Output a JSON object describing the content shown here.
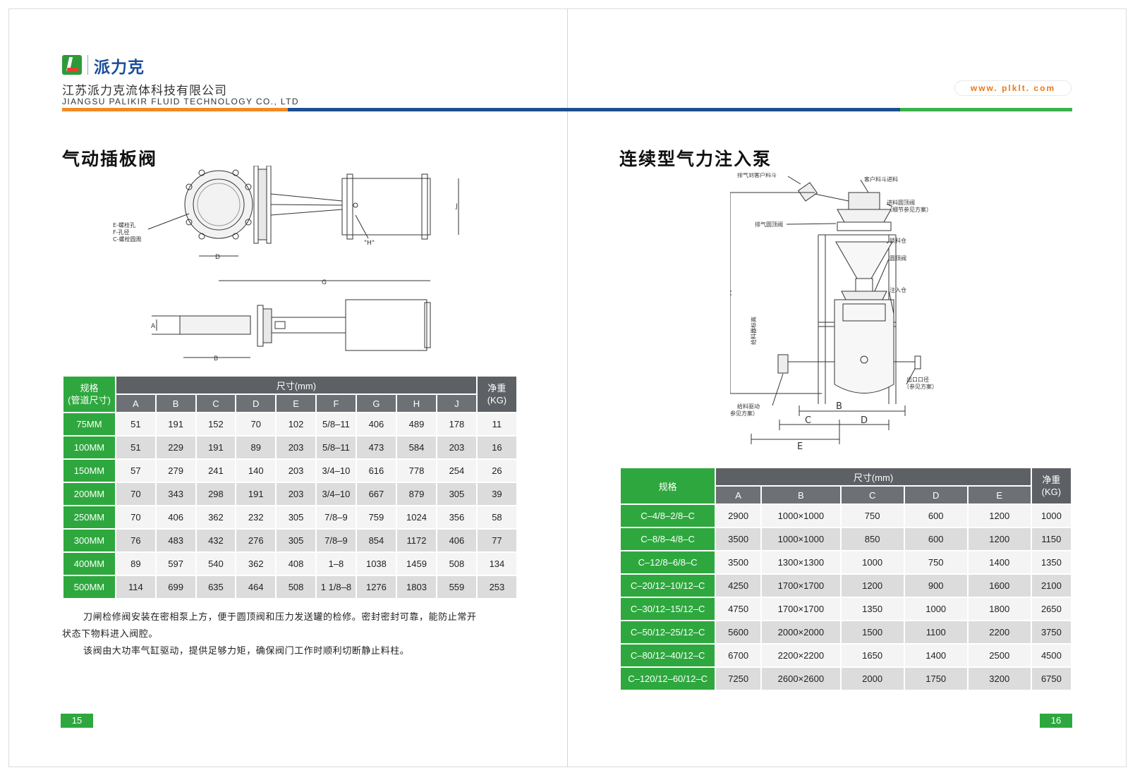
{
  "header": {
    "brand": "派力克",
    "company_cn": "江苏派力克流体科技有限公司",
    "company_en": "JIANGSU PALIKIR FLUID TECHNOLOGY CO., LTD",
    "url": "www. plklt. com",
    "colors": {
      "orange": "#f08a24",
      "blue": "#1c4f8f",
      "green": "#3ab24a"
    }
  },
  "left": {
    "title": "气动插板阀",
    "diagram": {
      "note_lines": [
        "E-螺栓孔",
        "F-孔径",
        "C-螺栓圆周"
      ],
      "dim_d": "D",
      "dim_h": "\"H\"",
      "dim_j": "J",
      "dim_g": "G",
      "dim_a": "A",
      "dim_b": "B"
    },
    "table": {
      "lead_header": "规格\n(管道尺寸)",
      "group_header": "尺寸(mm)",
      "weight_header": "净重\n(KG)",
      "columns": [
        "A",
        "B",
        "C",
        "D",
        "E",
        "F",
        "G",
        "H",
        "J"
      ],
      "rows": [
        {
          "spec": "75MM",
          "vals": [
            "51",
            "191",
            "152",
            "70",
            "102",
            "5/8–11",
            "406",
            "489",
            "178"
          ],
          "weight": "11"
        },
        {
          "spec": "100MM",
          "vals": [
            "51",
            "229",
            "191",
            "89",
            "203",
            "5/8–11",
            "473",
            "584",
            "203"
          ],
          "weight": "16"
        },
        {
          "spec": "150MM",
          "vals": [
            "57",
            "279",
            "241",
            "140",
            "203",
            "3/4–10",
            "616",
            "778",
            "254"
          ],
          "weight": "26"
        },
        {
          "spec": "200MM",
          "vals": [
            "70",
            "343",
            "298",
            "191",
            "203",
            "3/4–10",
            "667",
            "879",
            "305"
          ],
          "weight": "39"
        },
        {
          "spec": "250MM",
          "vals": [
            "70",
            "406",
            "362",
            "232",
            "305",
            "7/8–9",
            "759",
            "1024",
            "356"
          ],
          "weight": "58"
        },
        {
          "spec": "300MM",
          "vals": [
            "76",
            "483",
            "432",
            "276",
            "305",
            "7/8–9",
            "854",
            "1172",
            "406"
          ],
          "weight": "77"
        },
        {
          "spec": "400MM",
          "vals": [
            "89",
            "597",
            "540",
            "362",
            "408",
            "1–8",
            "1038",
            "1459",
            "508"
          ],
          "weight": "134"
        },
        {
          "spec": "500MM",
          "vals": [
            "114",
            "699",
            "635",
            "464",
            "508",
            "1 1/8–8",
            "1276",
            "1803",
            "559"
          ],
          "weight": "253"
        }
      ]
    },
    "paragraphs": [
      "刀闸检修阀安装在密相泵上方，便于圆顶阀和压力发送罐的检修。密封密封可靠，能防止常开",
      "状态下物料进入阀腔。",
      "该阀由大功率气缸驱动，提供足够力矩，确保阀门工作时顺利切断静止料柱。"
    ],
    "page": "15"
  },
  "right": {
    "title": "连续型气力注入泵",
    "diagram": {
      "label_vent_hopper": "排气到客户料斗",
      "label_customer_feed": "客户料斗进料",
      "label_inlet_dome": "进料圆顶阀",
      "label_inlet_dome_note": "（细节参见方案）",
      "label_vent_dome": "排气圆顶阀",
      "label_lock_bin": "锁料仓",
      "label_dome_valve": "圆顶阀",
      "label_inject_bin": "注入仓",
      "label_outlet": "出口口径",
      "label_outlet_note": "（参见方案）",
      "label_feed_drive": "给料驱动",
      "label_feed_drive_note": "（尺寸参见方案）",
      "label_vertical": "给料器标高",
      "dim_a": "A",
      "dim_b": "B",
      "dim_c": "C",
      "dim_d": "D",
      "dim_e": "E"
    },
    "table": {
      "lead_header": "规格",
      "group_header": "尺寸(mm)",
      "weight_header": "净重\n(KG)",
      "columns": [
        "A",
        "B",
        "C",
        "D",
        "E"
      ],
      "rows": [
        {
          "spec": "C–4/8–2/8–C",
          "vals": [
            "2900",
            "1000×1000",
            "750",
            "600",
            "1200"
          ],
          "weight": "1000"
        },
        {
          "spec": "C–8/8–4/8–C",
          "vals": [
            "3500",
            "1000×1000",
            "850",
            "600",
            "1200"
          ],
          "weight": "1150"
        },
        {
          "spec": "C–12/8–6/8–C",
          "vals": [
            "3500",
            "1300×1300",
            "1000",
            "750",
            "1400"
          ],
          "weight": "1350"
        },
        {
          "spec": "C–20/12–10/12–C",
          "vals": [
            "4250",
            "1700×1700",
            "1200",
            "900",
            "1600"
          ],
          "weight": "2100"
        },
        {
          "spec": "C–30/12–15/12–C",
          "vals": [
            "4750",
            "1700×1700",
            "1350",
            "1000",
            "1800"
          ],
          "weight": "2650"
        },
        {
          "spec": "C–50/12–25/12–C",
          "vals": [
            "5600",
            "2000×2000",
            "1500",
            "1100",
            "2200"
          ],
          "weight": "3750"
        },
        {
          "spec": "C–80/12–40/12–C",
          "vals": [
            "6700",
            "2200×2200",
            "1650",
            "1400",
            "2500"
          ],
          "weight": "4500"
        },
        {
          "spec": "C–120/12–60/12–C",
          "vals": [
            "7250",
            "2600×2600",
            "2000",
            "1750",
            "3200"
          ],
          "weight": "6750"
        }
      ]
    },
    "page": "16"
  }
}
